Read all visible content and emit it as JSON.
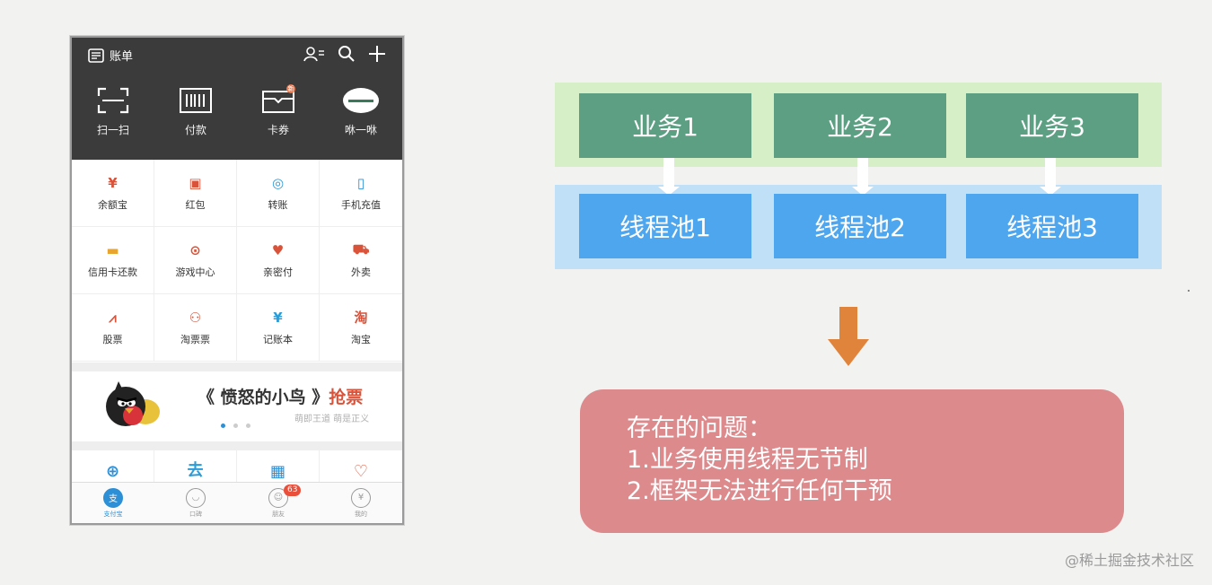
{
  "phone": {
    "header": {
      "bill_label": "账单"
    },
    "quick_actions": [
      {
        "label": "扫一扫",
        "icon": "scan-icon"
      },
      {
        "label": "付款",
        "icon": "barcode-icon"
      },
      {
        "label": "卡券",
        "icon": "card-icon"
      },
      {
        "label": "咻一咻",
        "icon": "lens-icon"
      }
    ],
    "services": [
      {
        "label": "余额宝",
        "icon": "money-bag-icon",
        "color": "#d9533a"
      },
      {
        "label": "红包",
        "icon": "red-packet-icon",
        "color": "#d9533a"
      },
      {
        "label": "转账",
        "icon": "transfer-icon",
        "color": "#2d9bd6"
      },
      {
        "label": "手机充值",
        "icon": "phone-icon",
        "color": "#2d8fd6"
      },
      {
        "label": "信用卡还款",
        "icon": "credit-card-icon",
        "color": "#e8a630"
      },
      {
        "label": "游戏中心",
        "icon": "gamepad-icon",
        "color": "#d9533a"
      },
      {
        "label": "亲密付",
        "icon": "heart-icon",
        "color": "#d9533a"
      },
      {
        "label": "外卖",
        "icon": "scooter-icon",
        "color": "#d9533a"
      },
      {
        "label": "股票",
        "icon": "stock-chart-icon",
        "color": "#d9533a"
      },
      {
        "label": "淘票票",
        "icon": "mask-icon",
        "color": "#d9533a"
      },
      {
        "label": "记账本",
        "icon": "ledger-icon",
        "color": "#2d9bd6"
      },
      {
        "label": "淘宝",
        "icon": "taobao-icon",
        "color": "#d9533a"
      }
    ],
    "banner": {
      "title_main": "《 愤怒的小鸟 》",
      "title_accent": "抢票",
      "slogan": "萌即王道 萌是正义"
    },
    "row2_icons": [
      {
        "glyph": "⊕",
        "icon": "globe-icon",
        "color": "#2d8fd6"
      },
      {
        "glyph": "去",
        "icon": "travel-icon",
        "color": "#2d9bd6"
      },
      {
        "glyph": "▦",
        "icon": "calculator-icon",
        "color": "#2d8fd6"
      },
      {
        "glyph": "♡",
        "icon": "charity-icon",
        "color": "#d9533a"
      }
    ],
    "tabs": [
      {
        "label": "支付宝",
        "glyph": "支",
        "active": true
      },
      {
        "label": "口碑",
        "glyph": "◡",
        "active": false
      },
      {
        "label": "朋友",
        "glyph": "☺",
        "active": false,
        "badge": "63"
      },
      {
        "label": "我的",
        "glyph": "¥",
        "active": false
      }
    ]
  },
  "diagram": {
    "businesses": [
      "业务1",
      "业务2",
      "业务3"
    ],
    "thread_pools": [
      "线程池1",
      "线程池2",
      "线程池3"
    ],
    "problem": {
      "title": "存在的问题：",
      "items": [
        "1.业务使用线程无节制",
        "2.框架无法进行任何干预"
      ]
    },
    "colors": {
      "business_box": "#5d9f83",
      "business_band": "#d7efc7",
      "pool_box": "#4ea6ee",
      "pool_band": "#bfe0f7",
      "arrow": "#e0843c",
      "problem_box": "#dd8a8d"
    }
  },
  "watermark": "@稀土掘金技术社区"
}
